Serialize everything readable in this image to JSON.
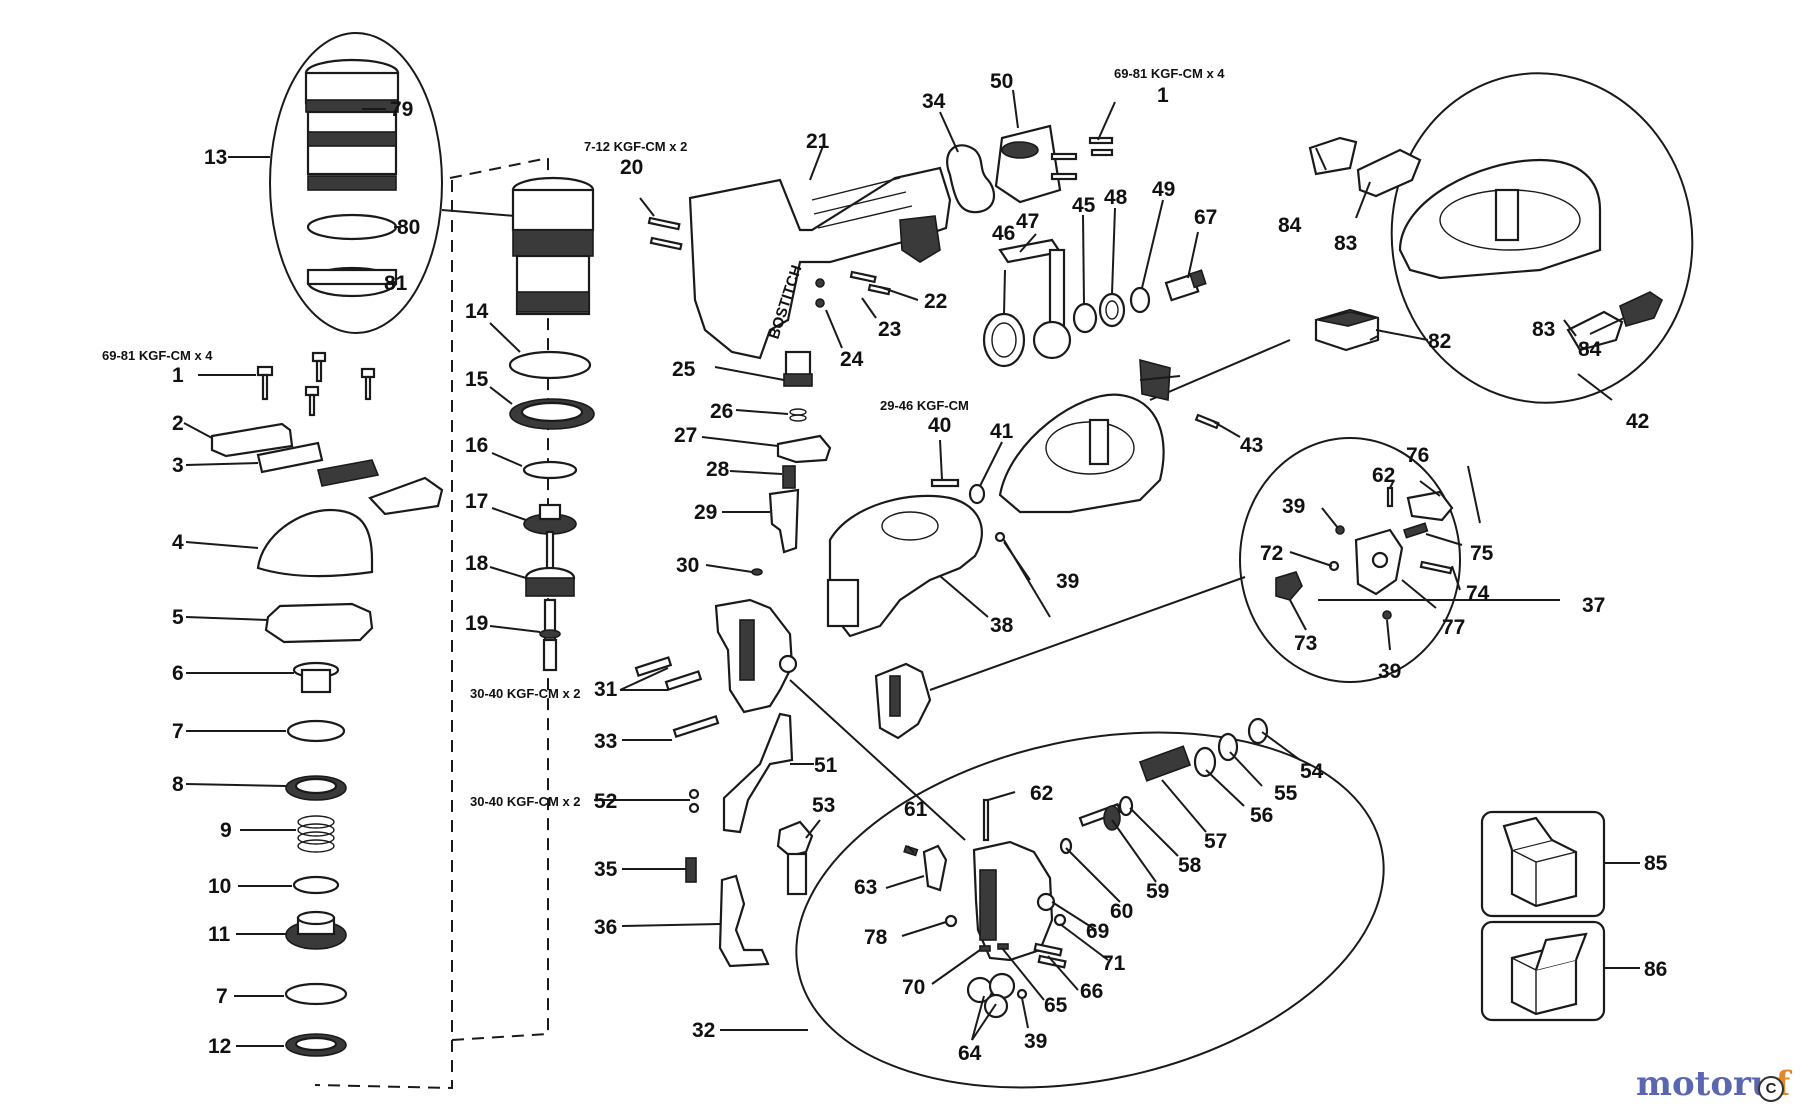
{
  "callouts": [
    "1",
    "2",
    "3",
    "4",
    "5",
    "6",
    "7",
    "8",
    "9",
    "10",
    "11",
    "7",
    "12",
    "13",
    "14",
    "15",
    "16",
    "17",
    "18",
    "19",
    "20",
    "21",
    "22",
    "23",
    "24",
    "25",
    "26",
    "27",
    "28",
    "29",
    "30",
    "31",
    "32",
    "33",
    "34",
    "35",
    "36",
    "37",
    "38",
    "39",
    "39",
    "39",
    "39",
    "40",
    "41",
    "42",
    "43",
    "45",
    "46",
    "47",
    "48",
    "49",
    "50",
    "51",
    "52",
    "53",
    "54",
    "55",
    "56",
    "57",
    "58",
    "59",
    "60",
    "61",
    "62",
    "62",
    "63",
    "64",
    "65",
    "66",
    "67",
    "69",
    "70",
    "71",
    "72",
    "73",
    "74",
    "75",
    "76",
    "77",
    "78",
    "79",
    "80",
    "81",
    "82",
    "83",
    "83",
    "84",
    "84",
    "85",
    "86",
    "1"
  ],
  "torque_specs": {
    "t1": "69-81 KGF-CM x 4",
    "t2": "7-12 KGF-CM x 2",
    "t3": "69-81 KGF-CM x 4",
    "t4": "29-46 KGF-CM",
    "t5": "30-40 KGF-CM x 2",
    "t6": "30-40 KGF-CM x 2"
  },
  "brand_on_part": "BOSTITCH",
  "watermark": {
    "part1": "motoru",
    "part2": "f"
  },
  "copyright": "C"
}
